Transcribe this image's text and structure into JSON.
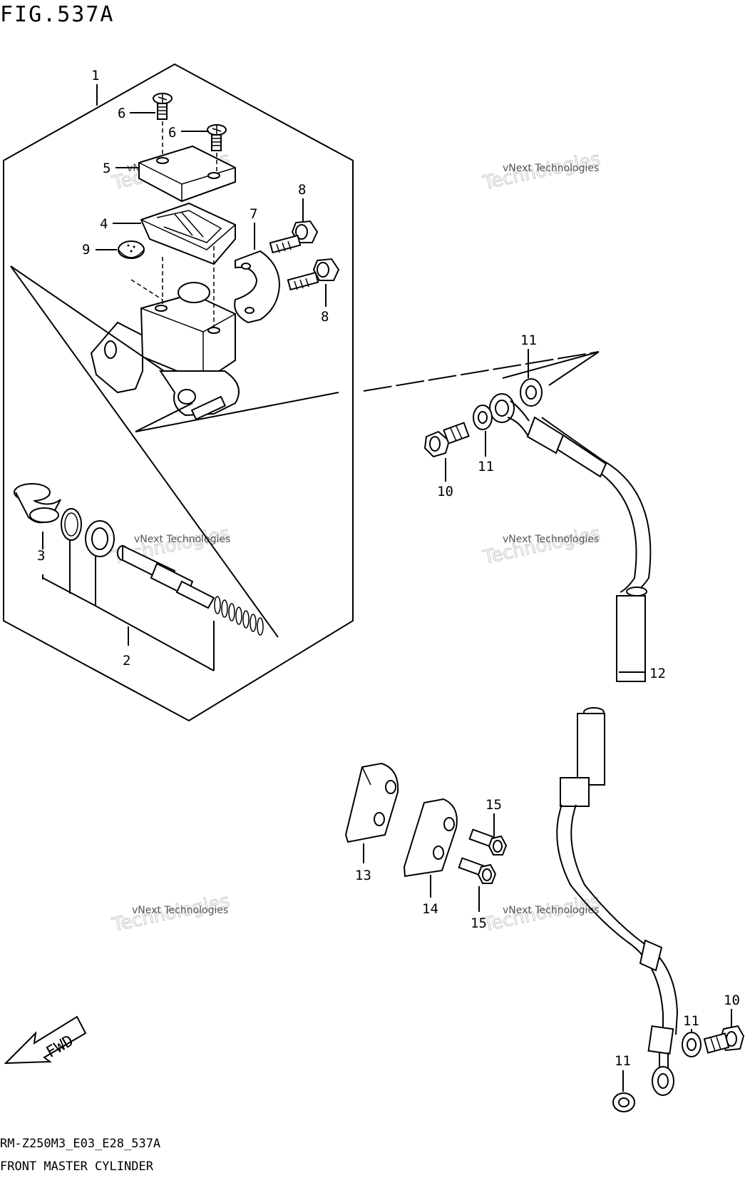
{
  "figure": {
    "title": "FIG.537A",
    "model_code": "RM-Z250M3_E03_E28_537A",
    "caption": "FRONT MASTER CYLINDER"
  },
  "fwd_label": "FWD",
  "watermark": {
    "line1": "vNext Technologies",
    "line2": "Technologies"
  },
  "callouts": {
    "c1": "1",
    "c2": "2",
    "c3": "3",
    "c4": "4",
    "c5": "5",
    "c6a": "6",
    "c6b": "6",
    "c7": "7",
    "c8a": "8",
    "c8b": "8",
    "c9": "9",
    "c10a": "10",
    "c10b": "10",
    "c11a": "11",
    "c11b": "11",
    "c11c": "11",
    "c11d": "11",
    "c12": "12",
    "c13": "13",
    "c14": "14",
    "c15a": "15",
    "c15b": "15"
  }
}
